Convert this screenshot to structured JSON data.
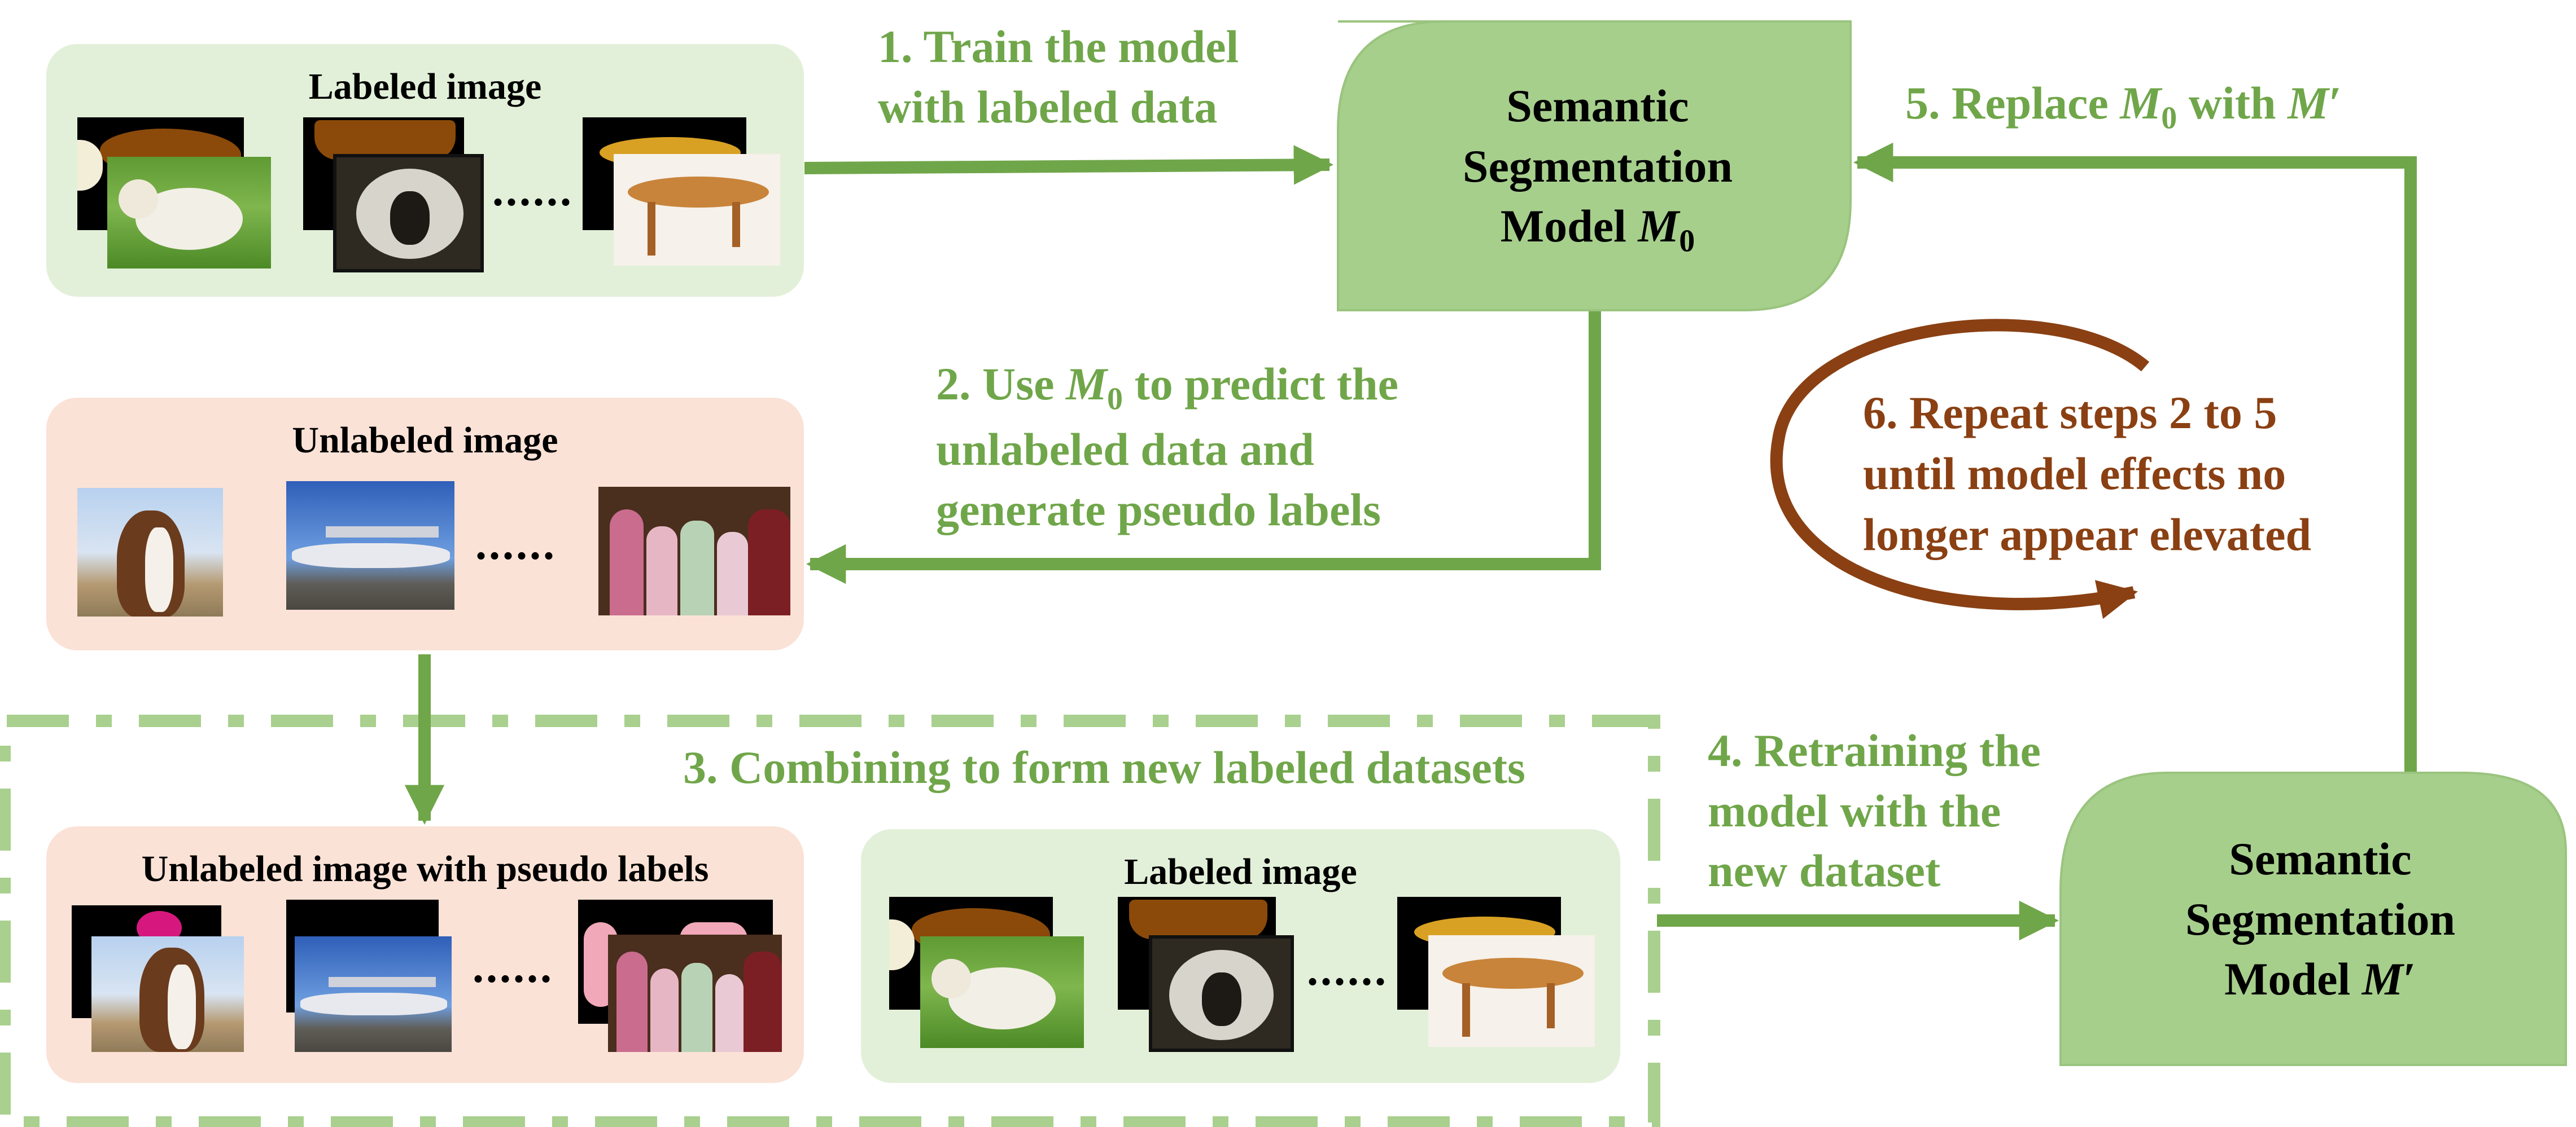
{
  "panels": {
    "labeled_top": "Labeled image",
    "unlabeled": "Unlabeled image",
    "pseudo": "Unlabeled image with pseudo labels",
    "labeled_bottom": "Labeled image"
  },
  "ellipsis": "......",
  "models": {
    "m0": {
      "line1": "Semantic",
      "line2": "Segmentation",
      "line3_prefix": "Model ",
      "symbol": "M",
      "subscript": "0"
    },
    "mprime": {
      "line1": "Semantic",
      "line2": "Segmentation",
      "line3_prefix": "Model ",
      "symbol": "M",
      "prime": "′"
    }
  },
  "steps": {
    "s1": {
      "line1": "1. Train the model",
      "line2": "with labeled data"
    },
    "s2": {
      "l1_pre": "2. Use ",
      "l1_sym": "M",
      "l1_sub": "0",
      "l1_post": " to predict the",
      "line2": "unlabeled data and",
      "line3": "generate pseudo labels"
    },
    "s3": {
      "text": "3. Combining to form new labeled datasets"
    },
    "s4": {
      "line1": "4. Retraining the",
      "line2": "model with the",
      "line3": "new dataset"
    },
    "s5": {
      "pre": "5. Replace ",
      "sym1": "M",
      "sub1": "0",
      "mid": " with ",
      "sym2": "M",
      "prime": "′"
    },
    "s6": {
      "line1": "6. Repeat steps 2 to 5",
      "line2": "until model effects no",
      "line3": "longer appear elevated"
    }
  },
  "colors": {
    "green": "#70a64a",
    "light_green": "#e3f0d9",
    "model_green": "#a6cf8c",
    "peach": "#fbe2d6",
    "brown": "#8a4013",
    "dash": "#a9d08e"
  }
}
